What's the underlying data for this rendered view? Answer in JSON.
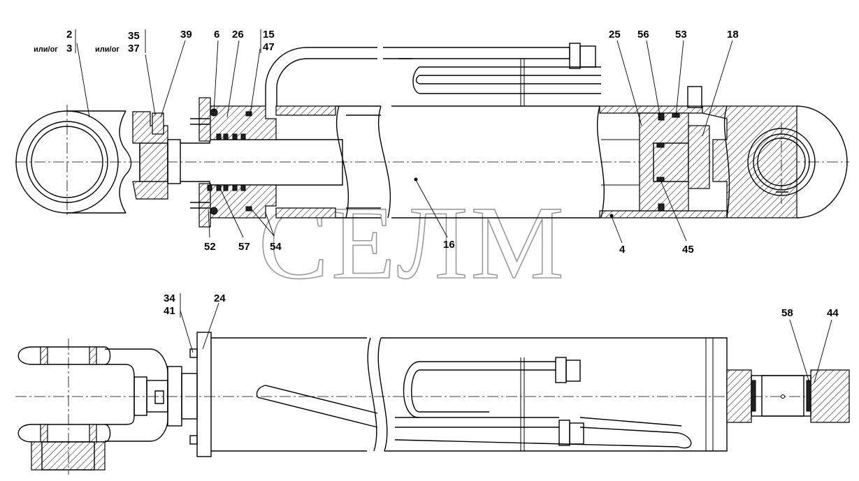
{
  "watermark": "СЕЛМ",
  "callouts": {
    "c2": "2",
    "c3": "3",
    "c2_alt": "или/ог",
    "c35": "35",
    "c37": "37",
    "c35_alt": "или/ог",
    "c39": "39",
    "c6": "6",
    "c26": "26",
    "c15": "15",
    "c47": "47",
    "c25": "25",
    "c56": "56",
    "c53": "53",
    "c18": "18",
    "c52": "52",
    "c57": "57",
    "c54": "54",
    "c16": "16",
    "c4": "4",
    "c45": "45",
    "c34": "34",
    "c41": "41",
    "c24": "24",
    "c58": "58",
    "c44": "44"
  }
}
